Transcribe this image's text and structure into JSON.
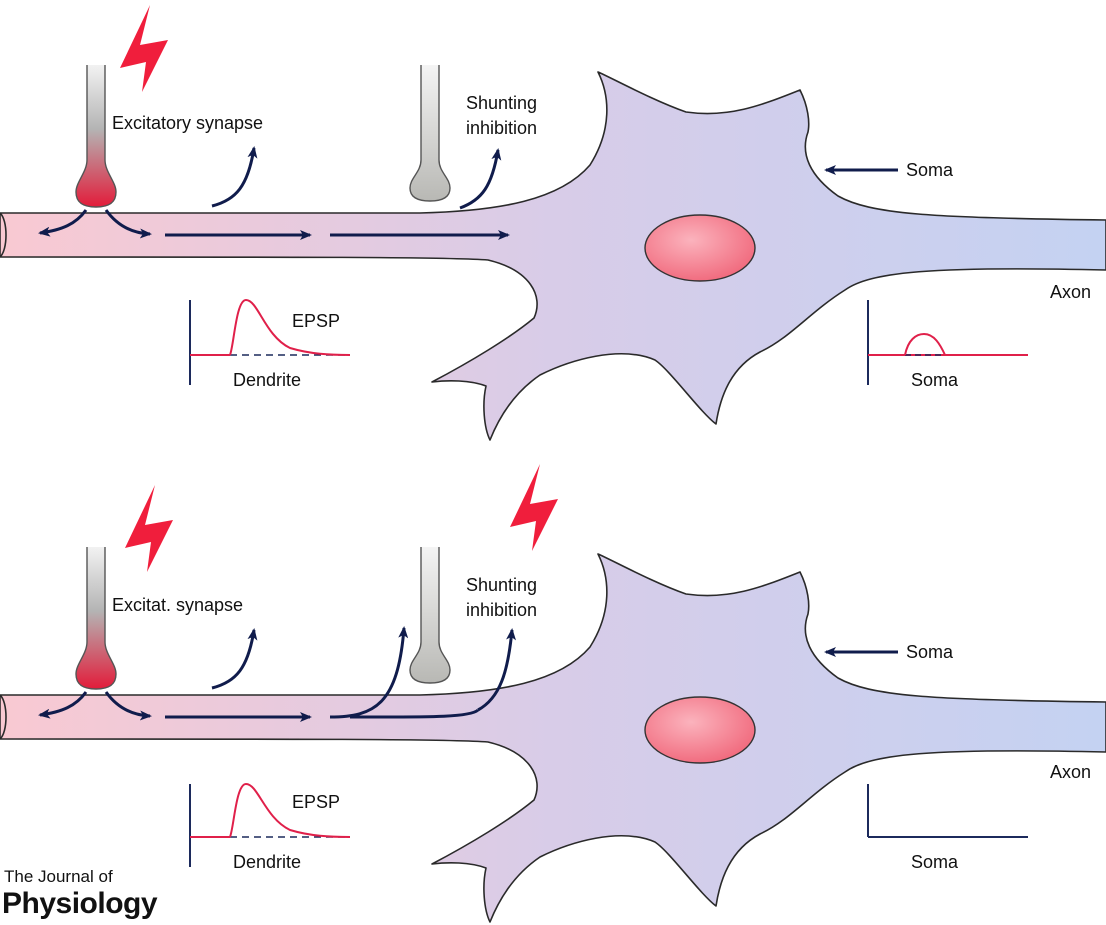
{
  "colors": {
    "dendrite_start": "#f9c9d2",
    "neuron_body": "#d8cce8",
    "axon_end": "#c4d2f2",
    "nucleus": "#f06478",
    "arrow": "#101c4c",
    "stimulus": "#f01e3c",
    "trace": "#e0204a",
    "baseline": "#1c2a5c",
    "axis": "#1c2a5c",
    "excitatory_bouton": "#e21c3a",
    "inhibitory_bouton": "#b8b8b4"
  },
  "panels": [
    {
      "id": "top",
      "synapse_label": "Excitatory synapse",
      "inhibition_label_line1": "Shunting",
      "inhibition_label_line2": "inhibition",
      "soma_label": "Soma",
      "axon_label": "Axon",
      "dendrite_trace_label": "EPSP",
      "dendrite_axis_label": "Dendrite",
      "soma_axis_label": "Soma",
      "inhibition_active": false,
      "soma_epsp_visible": true
    },
    {
      "id": "bottom",
      "synapse_label": "Excitat. synapse",
      "inhibition_label_line1": "Shunting",
      "inhibition_label_line2": "inhibition",
      "soma_label": "Soma",
      "axon_label": "Axon",
      "dendrite_trace_label": "EPSP",
      "dendrite_axis_label": "Dendrite",
      "soma_axis_label": "Soma",
      "inhibition_active": true,
      "soma_epsp_visible": false
    }
  ],
  "journal": {
    "line1": "The Journal of",
    "line2": "Physiology"
  }
}
